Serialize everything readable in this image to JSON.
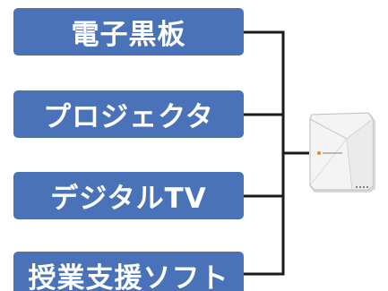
{
  "diagram": {
    "boxes": [
      {
        "label": "電子黒板"
      },
      {
        "label": "プロジェクタ"
      },
      {
        "label": "デジタルTV"
      },
      {
        "label": "授業支援ソフト"
      }
    ],
    "device": {
      "icon": "wireless-display-receiver-icon"
    },
    "colors": {
      "box_fill": "#4a72b8",
      "box_text": "#ffffff",
      "connector": "#1a1a1a",
      "device_body": "#f3f3f3",
      "device_accent": "#e88a1a"
    }
  }
}
